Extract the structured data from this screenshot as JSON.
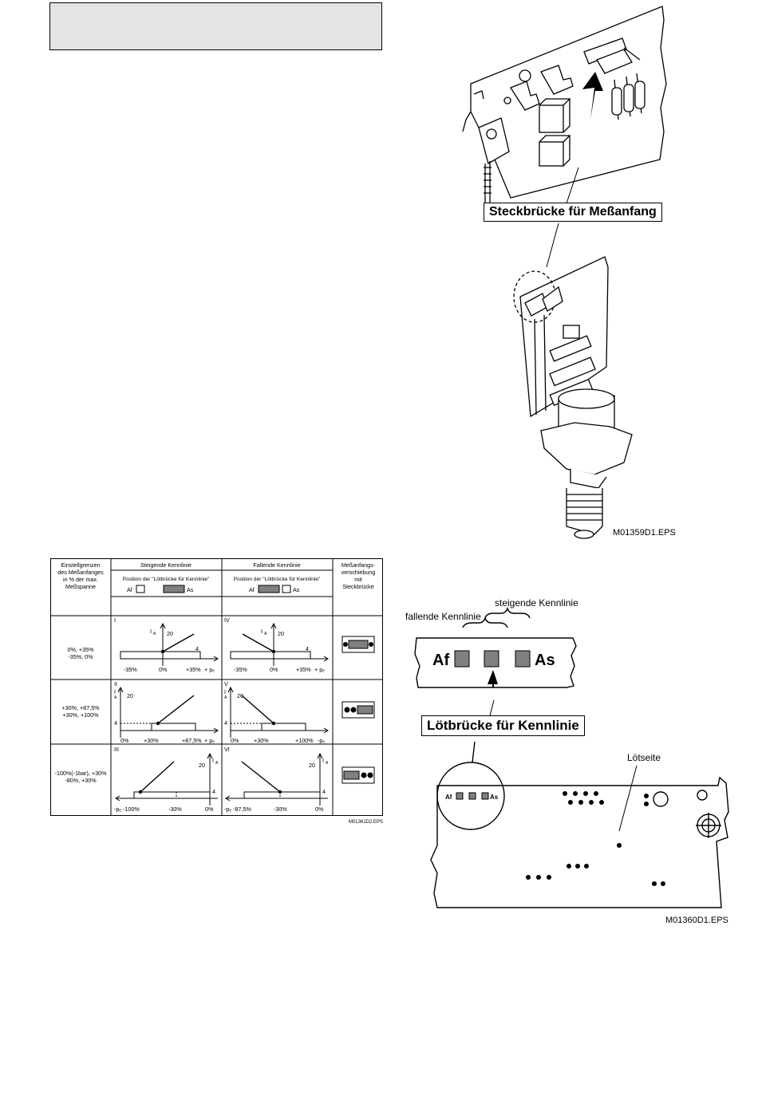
{
  "fig1": {
    "callout": "Steckbrücke für Meßanfang",
    "filename": "M01359D1.EPS"
  },
  "fig2": {
    "label_falling": "fallende Kennlinie",
    "label_rising": "steigende Kennlinie",
    "af": "Af",
    "as": "As",
    "callout": "Lötbrücke für Kennlinie",
    "loetseite": "Lötseite",
    "board_af": "Af",
    "board_as": "As",
    "filename": "M01360D1.EPS"
  },
  "table": {
    "header_col1": [
      "Einstellgrenzen",
      "des Meßanfanges",
      "in % der max.",
      "Meßspanne"
    ],
    "header_rising": "Steigende  Kennlinie",
    "header_falling": "Fallende  Kennlinie",
    "header_col4": [
      "Meßanfangs-",
      "verschiebung",
      "mit",
      "Steckbrücke"
    ],
    "position_label": "Position der \"Lötbrücke für Kennlinie\"",
    "af": "Af",
    "as": "As",
    "rows": [
      {
        "limits": [
          "0%, +35%",
          "-35%, 0%"
        ],
        "rom_r": "I",
        "rom_f": "IV",
        "ticks_r": [
          "-35%",
          "0%",
          "+35%"
        ],
        "ticks_f": [
          "-35%",
          "0%",
          "+35%"
        ],
        "axis_r": "+ pₑ",
        "axis_f": "+ pₑ"
      },
      {
        "limits": [
          "+30%, +87,5%",
          "+30%, +100%"
        ],
        "rom_r": "II",
        "rom_f": "V",
        "ticks_r": [
          "0%",
          "+30%",
          "+87,5%"
        ],
        "ticks_f": [
          "0%",
          "+30%",
          "+100%"
        ],
        "axis_r": "+ pₑ",
        "axis_f": "-pₑ"
      },
      {
        "limits": [
          "-100%(-1bar), +30%",
          "-80%, +30%"
        ],
        "rom_r": "III",
        "rom_f": "VI",
        "ticks_r": [
          "-pₑ -100%",
          "-30%",
          "0%"
        ],
        "ticks_f": [
          "-pₑ -87,5%",
          "-30%",
          "0%"
        ],
        "axis_r": "",
        "axis_f": ""
      }
    ],
    "i_a": "I",
    "i_sub": "A",
    "v20": "20",
    "v4": "4",
    "filename": "M01361D2.EPS"
  },
  "colors": {
    "grayfill": "#808080",
    "headerbox": "#e4e4e4"
  }
}
